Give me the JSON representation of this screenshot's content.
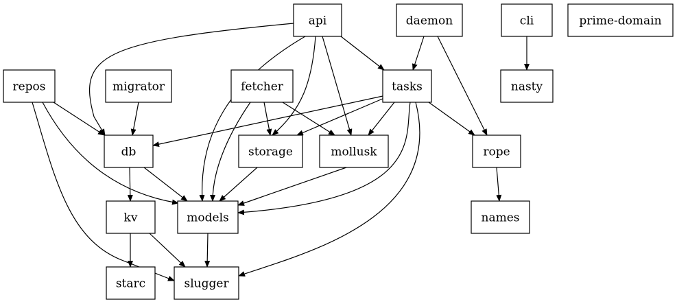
{
  "graph": {
    "nodes": [
      {
        "id": "api",
        "label": "api"
      },
      {
        "id": "daemon",
        "label": "daemon"
      },
      {
        "id": "cli",
        "label": "cli"
      },
      {
        "id": "prime-domain",
        "label": "prime-domain"
      },
      {
        "id": "repos",
        "label": "repos"
      },
      {
        "id": "migrator",
        "label": "migrator"
      },
      {
        "id": "fetcher",
        "label": "fetcher"
      },
      {
        "id": "tasks",
        "label": "tasks"
      },
      {
        "id": "nasty",
        "label": "nasty"
      },
      {
        "id": "db",
        "label": "db"
      },
      {
        "id": "storage",
        "label": "storage"
      },
      {
        "id": "mollusk",
        "label": "mollusk"
      },
      {
        "id": "rope",
        "label": "rope"
      },
      {
        "id": "kv",
        "label": "kv"
      },
      {
        "id": "models",
        "label": "models"
      },
      {
        "id": "names",
        "label": "names"
      },
      {
        "id": "starc",
        "label": "starc"
      },
      {
        "id": "slugger",
        "label": "slugger"
      }
    ],
    "edges": [
      {
        "from": "api",
        "to": "db"
      },
      {
        "from": "api",
        "to": "models"
      },
      {
        "from": "api",
        "to": "storage"
      },
      {
        "from": "api",
        "to": "mollusk"
      },
      {
        "from": "api",
        "to": "tasks"
      },
      {
        "from": "daemon",
        "to": "tasks"
      },
      {
        "from": "daemon",
        "to": "rope"
      },
      {
        "from": "cli",
        "to": "nasty"
      },
      {
        "from": "repos",
        "to": "db"
      },
      {
        "from": "repos",
        "to": "models"
      },
      {
        "from": "repos",
        "to": "slugger"
      },
      {
        "from": "migrator",
        "to": "db"
      },
      {
        "from": "fetcher",
        "to": "storage"
      },
      {
        "from": "fetcher",
        "to": "mollusk"
      },
      {
        "from": "fetcher",
        "to": "models"
      },
      {
        "from": "tasks",
        "to": "db"
      },
      {
        "from": "tasks",
        "to": "storage"
      },
      {
        "from": "tasks",
        "to": "mollusk"
      },
      {
        "from": "tasks",
        "to": "rope"
      },
      {
        "from": "tasks",
        "to": "models"
      },
      {
        "from": "tasks",
        "to": "slugger"
      },
      {
        "from": "db",
        "to": "kv"
      },
      {
        "from": "db",
        "to": "models"
      },
      {
        "from": "storage",
        "to": "models"
      },
      {
        "from": "mollusk",
        "to": "models"
      },
      {
        "from": "rope",
        "to": "names"
      },
      {
        "from": "kv",
        "to": "starc"
      },
      {
        "from": "kv",
        "to": "slugger"
      },
      {
        "from": "models",
        "to": "slugger"
      }
    ]
  }
}
